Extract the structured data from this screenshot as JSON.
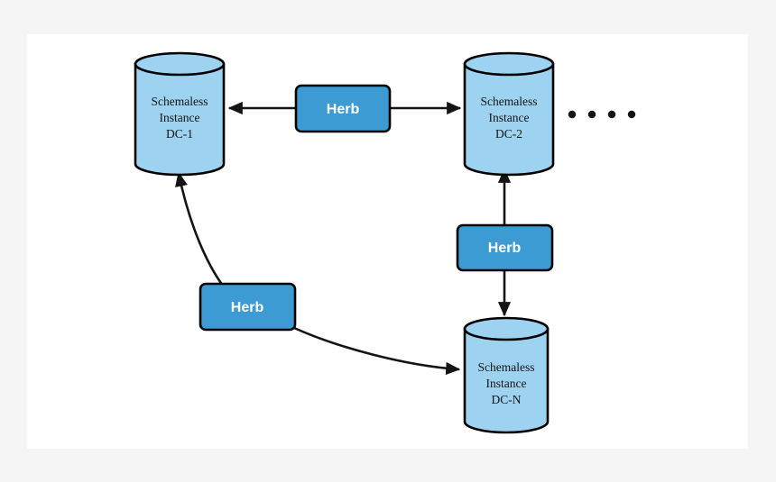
{
  "figure": {
    "background_color": "#f5f5f5",
    "canvas_color": "#ffffff",
    "stroke_color": "#000000",
    "node_fill": "#9dd3f0",
    "process_fill": "#3d9bd4",
    "process_text_color": "#ffffff",
    "node_text_color": "#141414"
  },
  "nodes": {
    "dc1": {
      "line1": "Schemaless",
      "line2": "Instance",
      "line3": "DC-1"
    },
    "dc2": {
      "line1": "Schemaless",
      "line2": "Instance",
      "line3": "DC-2"
    },
    "dcn": {
      "line1": "Schemaless",
      "line2": "Instance",
      "line3": "DC-N"
    }
  },
  "processes": {
    "herb_top": {
      "label": "Herb"
    },
    "herb_middle": {
      "label": "Herb"
    },
    "herb_bottom": {
      "label": "Herb"
    }
  },
  "ellipsis": {
    "dot_count": 4,
    "meaning": "more-instances"
  },
  "edges": [
    {
      "name": "herb-top-to-dc1",
      "from": "herb_top",
      "to": "dc1",
      "style": "straight",
      "direction": "left"
    },
    {
      "name": "herb-top-to-dc2",
      "from": "herb_top",
      "to": "dc2",
      "style": "straight",
      "direction": "right"
    },
    {
      "name": "herb-middle-to-dc2",
      "from": "herb_middle",
      "to": "dc2",
      "style": "straight",
      "direction": "up"
    },
    {
      "name": "herb-middle-to-dcn",
      "from": "herb_middle",
      "to": "dcn",
      "style": "straight",
      "direction": "down"
    },
    {
      "name": "herb-bottom-to-dc1",
      "from": "herb_bottom",
      "to": "dc1",
      "style": "curved",
      "direction": "up-left"
    },
    {
      "name": "herb-bottom-to-dcn",
      "from": "herb_bottom",
      "to": "dcn",
      "style": "curved",
      "direction": "down-right"
    }
  ]
}
